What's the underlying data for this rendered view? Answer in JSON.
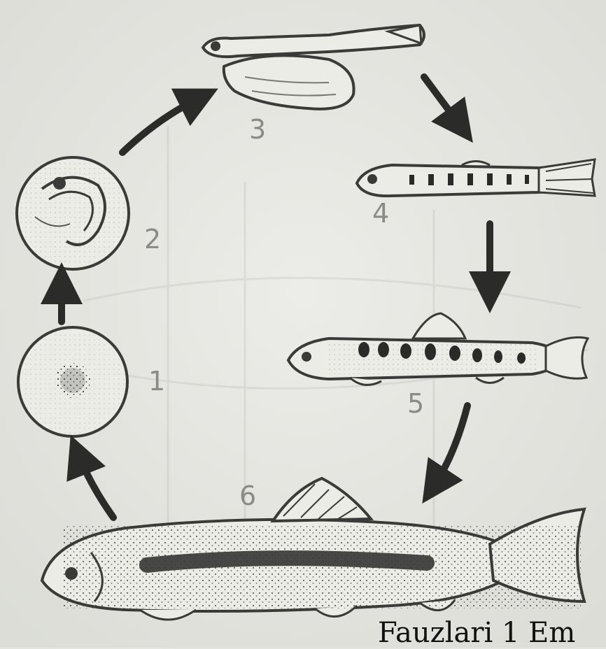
{
  "diagram": {
    "stages": [
      {
        "id": "1",
        "label": "1",
        "icon": "egg-icon"
      },
      {
        "id": "2",
        "label": "2",
        "icon": "embryo-in-egg-icon"
      },
      {
        "id": "3",
        "label": "3",
        "icon": "alevin-with-yolk-sac-icon"
      },
      {
        "id": "4",
        "label": "4",
        "icon": "fry-icon"
      },
      {
        "id": "5",
        "label": "5",
        "icon": "parr-fingerling-icon"
      },
      {
        "id": "6",
        "label": "6",
        "icon": "adult-trout-icon"
      }
    ],
    "colors": {
      "background": "#e4e5e0",
      "outline": "#3a3a38",
      "arrow": "#2b2b29",
      "label": "#8a8a86",
      "spots": "#2a2a28"
    }
  },
  "caption_fragment": "Fauzlari 1 Em"
}
